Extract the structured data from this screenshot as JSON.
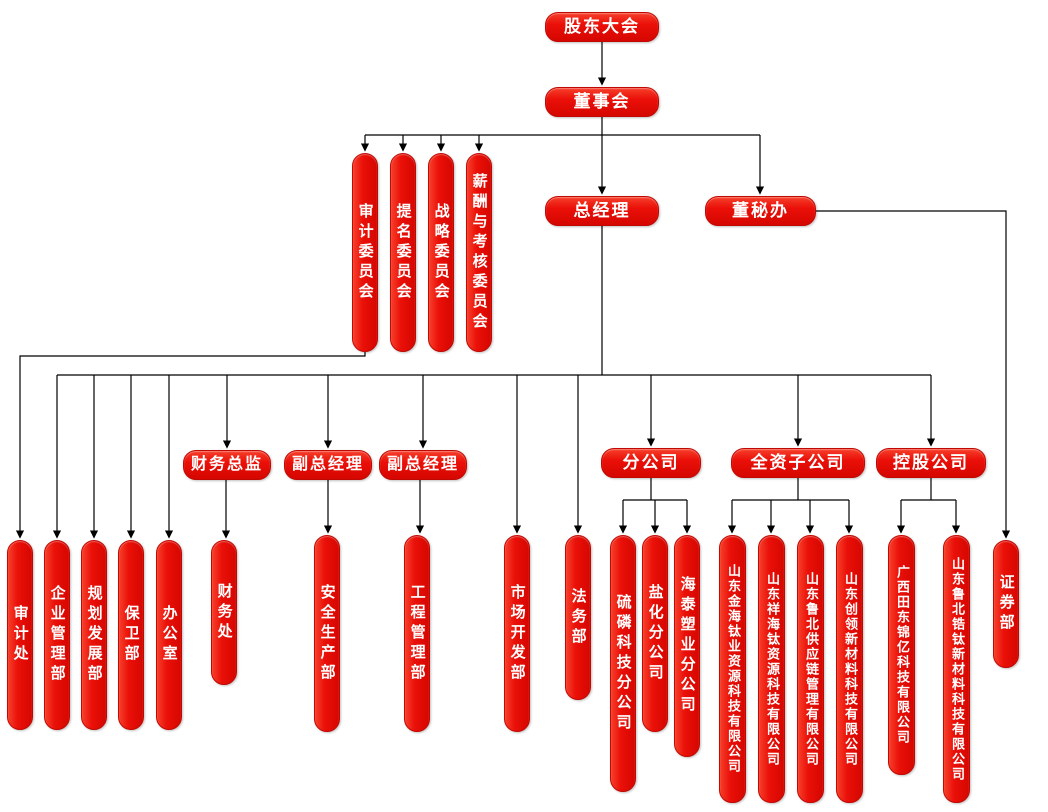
{
  "chart_title": "",
  "colors": {
    "node_fill": "#ea1009",
    "node_fill_dark": "#d50700",
    "node_text": "#ffffff",
    "connector": "#000000",
    "background": "#ffffff"
  },
  "nodes": {
    "shareholders": "股东大会",
    "board": "董事会",
    "audit_committee": "审计委员会",
    "nomination_committee": "提名委员会",
    "strategy_committee": "战略委员会",
    "remuneration_committee": "薪酬与考核委员会",
    "general_manager": "总经理",
    "board_secretary_office": "董秘办",
    "cfo": "财务总监",
    "deputy_gm_1": "副总经理",
    "deputy_gm_2": "副总经理",
    "branch_companies": "分公司",
    "wholly_owned_subsidiaries": "全资子公司",
    "holding_companies": "控股公司",
    "audit_office": "审计处",
    "enterprise_management": "企业管理部",
    "planning_development": "规划发展部",
    "security_department": "保卫部",
    "general_office": "办公室",
    "finance_office": "财务处",
    "safety_production": "安全生产部",
    "engineering_management": "工程管理部",
    "market_development": "市场开发部",
    "legal_department": "法务部",
    "sulphur_phosphorus_branch": "硫磷科技分公司",
    "salt_chemical_branch": "盐化分公司",
    "haitai_plastics_branch": "海泰塑业分公司",
    "jinhai_titanium": "山东金海钛业资源科技有限公司",
    "xianghai_titanium": "山东祥海钛资源科技有限公司",
    "lubei_supply_chain": "山东鲁北供应链管理有限公司",
    "chuangling_materials": "山东创领新材料科技有限公司",
    "tiandong_jinyi": "广西田东锦亿科技有限公司",
    "lubei_zirconium_titanium": "山东鲁北锆钛新材料科技有限公司",
    "securities_department": "证券部"
  }
}
